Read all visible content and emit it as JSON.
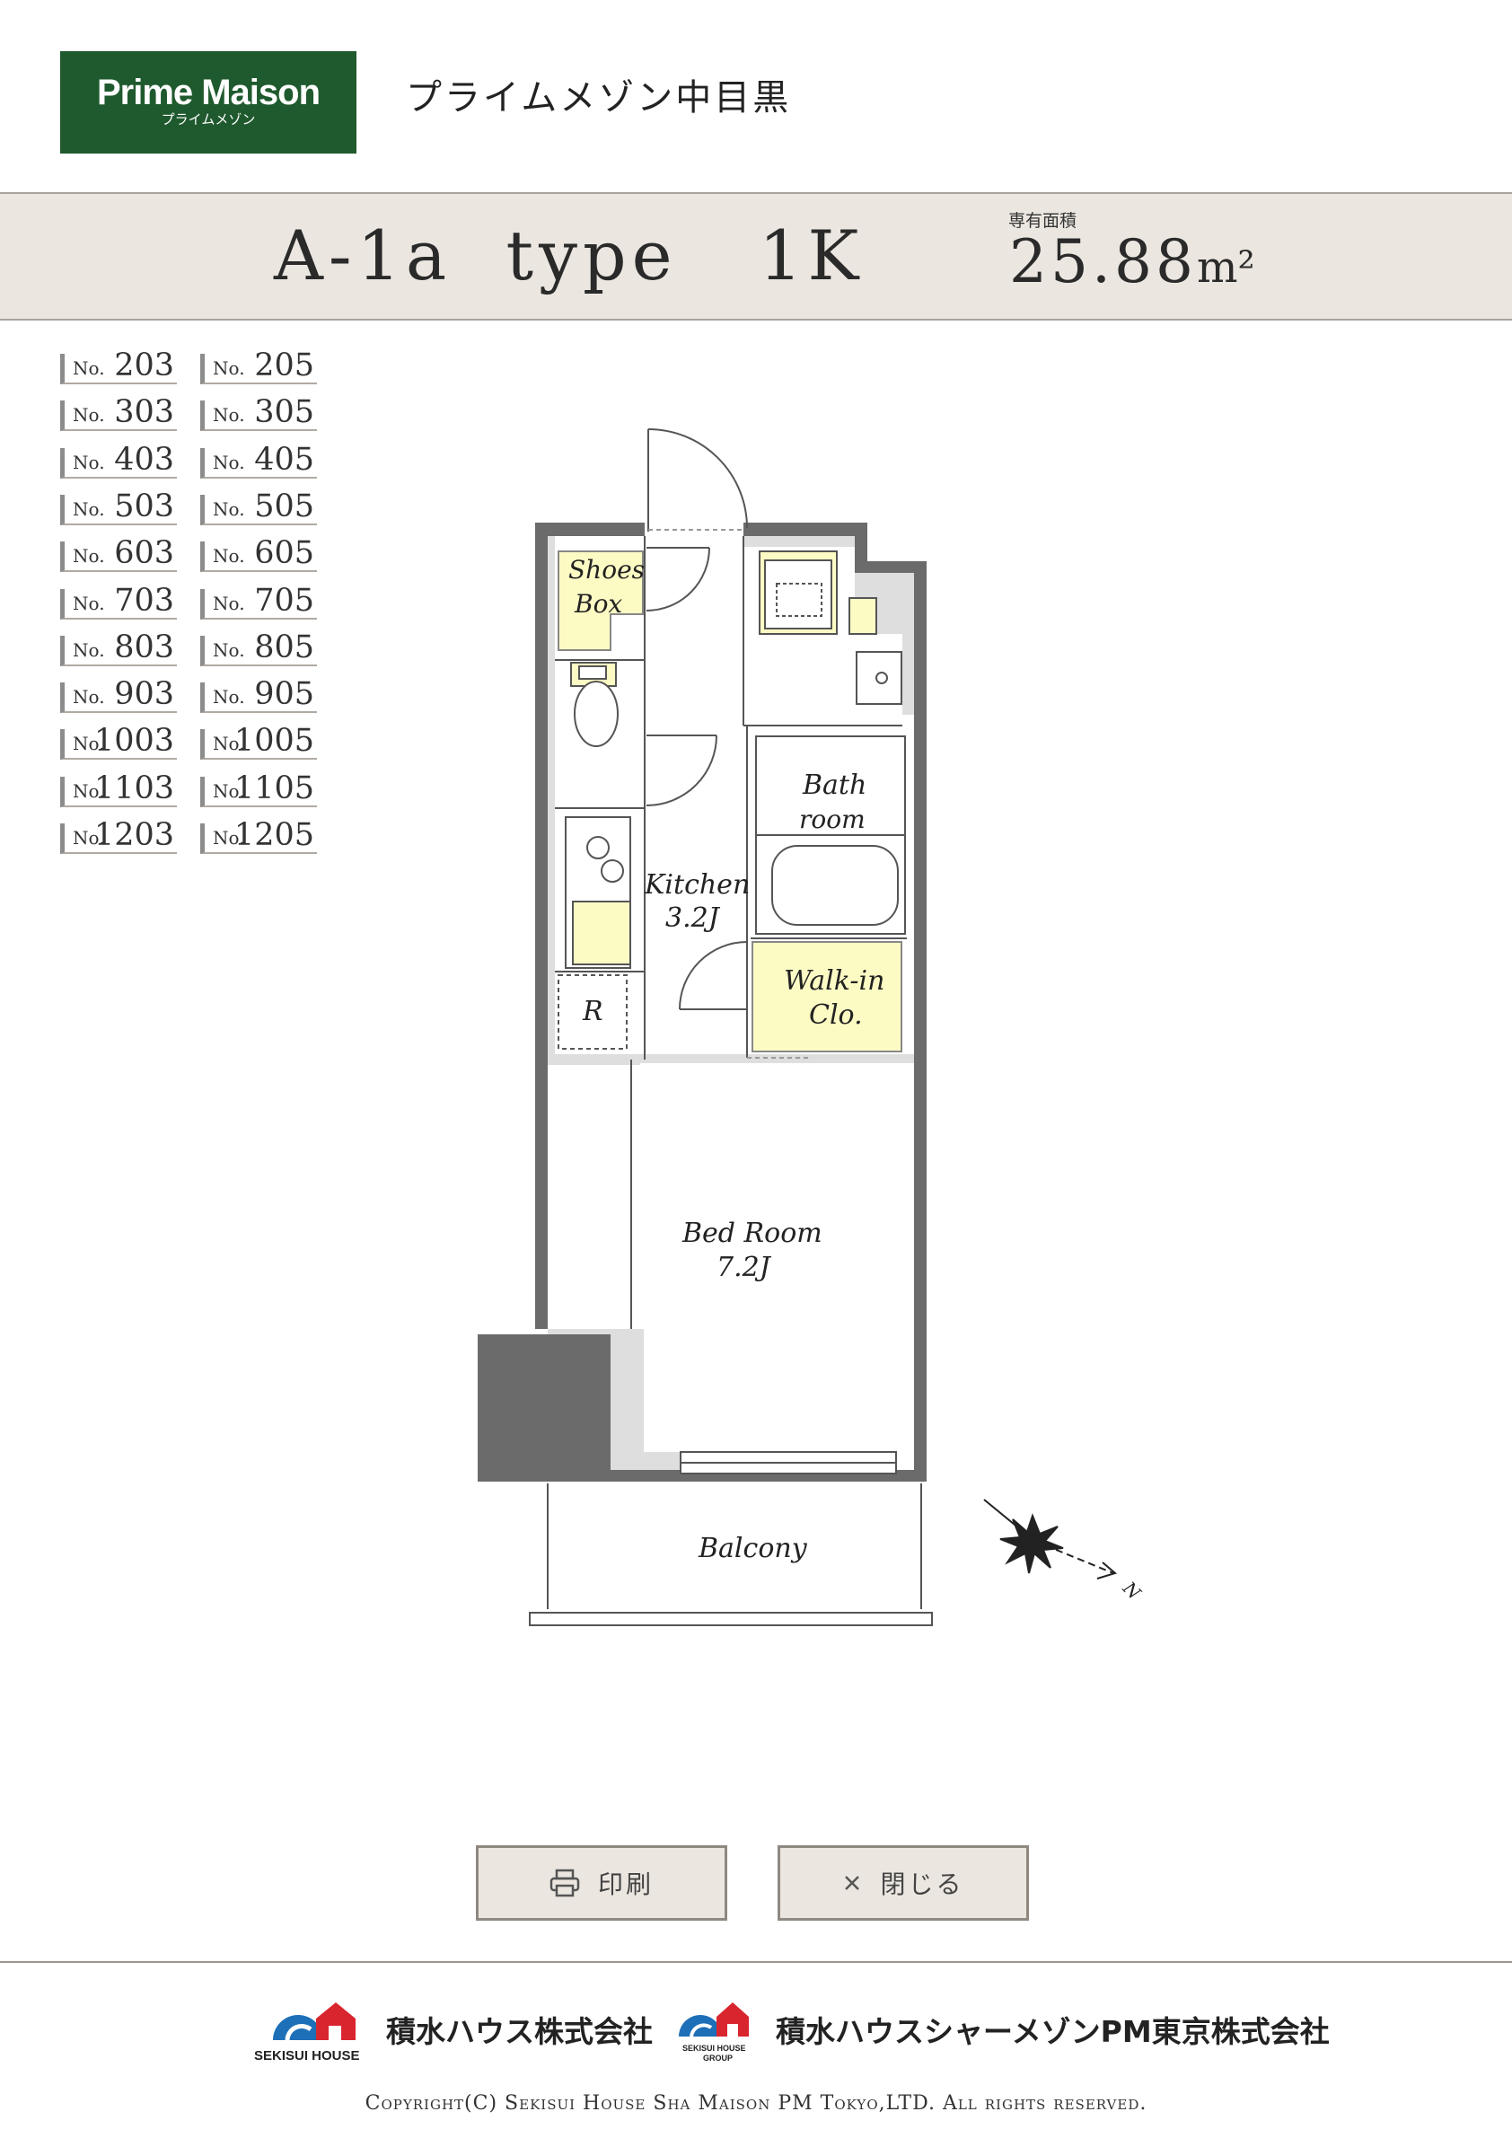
{
  "header": {
    "logo_main": "Prime Maison",
    "logo_sub": "プライムメゾン",
    "property_name": "プライムメゾン中目黒"
  },
  "type_band": {
    "title": "A-1a  type   1K",
    "area_label": "専有面積",
    "area_value": "25.88",
    "area_unit": "m²"
  },
  "rooms": {
    "prefix": "No.",
    "left": [
      "203",
      "303",
      "403",
      "503",
      "603",
      "703",
      "803",
      "903",
      "1003",
      "1103",
      "1203"
    ],
    "right": [
      "205",
      "305",
      "405",
      "505",
      "605",
      "705",
      "805",
      "905",
      "1005",
      "1105",
      "1205"
    ]
  },
  "plan_labels": {
    "shoes_1": "Shoes",
    "shoes_2": "Box",
    "bath_1": "Bath",
    "bath_2": "room",
    "kitchen_1": "Kitchen",
    "kitchen_2": "3.2J",
    "walkin_1": "Walk-in",
    "walkin_2": "Clo.",
    "fridge": "R",
    "bed_1": "Bed Room",
    "bed_2": "7.2J",
    "balcony": "Balcony",
    "north": "N"
  },
  "buttons": {
    "print": "印刷",
    "close": "閉じる"
  },
  "footer": {
    "company_1": "積水ハウス株式会社",
    "brand_1": "SEKISUI HOUSE",
    "company_2": "積水ハウスシャーメゾンPM東京株式会社",
    "brand_2a": "SEKISUI HOUSE",
    "brand_2b": "GROUP",
    "copyright": "Copyright(C) Sekisui House Sha Maison PM Tokyo,LTD. All rights reserved."
  },
  "colors": {
    "logo_green": "#1f5a2e",
    "band": "#ebe6e0",
    "wall": "#6b6b6b",
    "storage_yellow": "#fdfbc4",
    "brand_blue": "#1d6fb8",
    "brand_red": "#d9252e"
  }
}
